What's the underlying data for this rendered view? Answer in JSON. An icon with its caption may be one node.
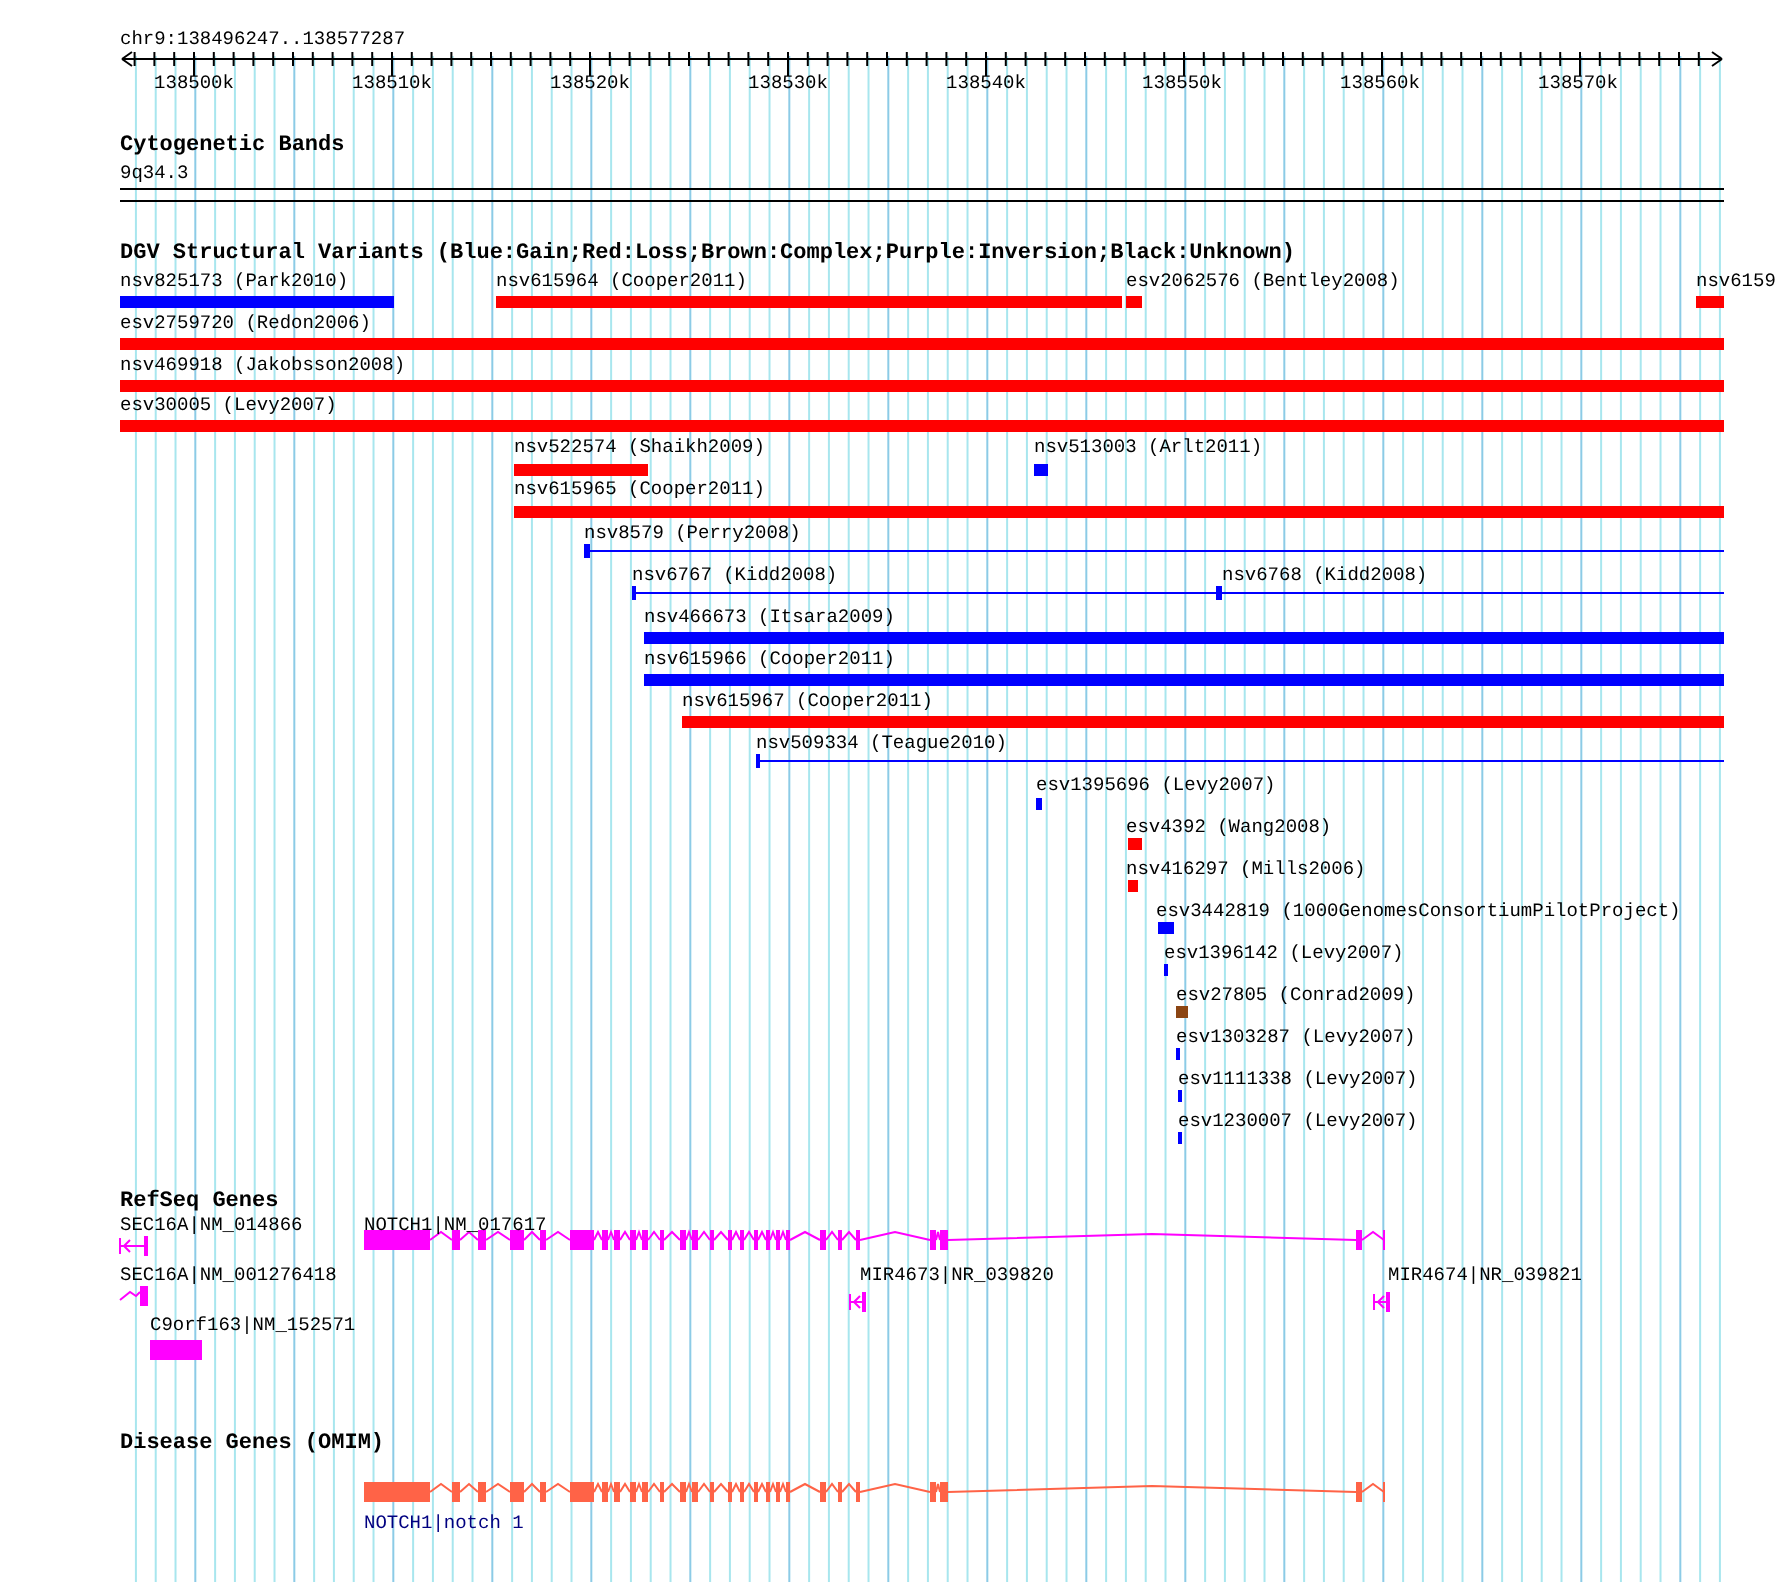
{
  "diagram": {
    "labels": [
      "chr9:138496247..138577287",
      "138500k",
      "138510k",
      "138520k",
      "138530k",
      "138540k",
      "138550k",
      "138560k",
      "138570k",
      "Cytogenetic Bands",
      "9q34.3",
      "DGV Structural Variants (Blue:Gain;Red:Loss;Brown:Complex;Purple:Inversion;Black:Unknown)",
      "nsv825173 (Park2010)",
      "nsv615964 (Cooper2011)",
      "esv2062576 (Bentley2008)",
      "nsv6159",
      "esv2759720 (Redon2006)",
      "nsv469918 (Jakobsson2008)",
      "esv30005 (Levy2007)",
      "nsv522574 (Shaikh2009)",
      "nsv513003 (Arlt2011)",
      "nsv615965 (Cooper2011)",
      "nsv8579 (Perry2008)",
      "nsv6767 (Kidd2008)",
      "nsv6768 (Kidd2008)",
      "nsv466673 (Itsara2009)",
      "nsv615966 (Cooper2011)",
      "nsv615967 (Cooper2011)",
      "nsv509334 (Teague2010)",
      "esv1395696 (Levy2007)",
      "esv4392 (Wang2008)",
      "nsv416297 (Mills2006)",
      "esv3442819 (1000GenomesConsortiumPilotProject)",
      "esv1396142 (Levy2007)",
      "esv27805 (Conrad2009)",
      "esv1303287 (Levy2007)",
      "esv1111338 (Levy2007)",
      "esv1230007 (Levy2007)",
      "RefSeq Genes",
      "SEC16A|NM_014866",
      "NOTCH1|NM_017617",
      "SEC16A|NM_001276418",
      "MIR4673|NR_039820",
      "MIR4674|NR_039821",
      "C9orf163|NM_152571",
      "Disease Genes (OMIM)",
      "NOTCH1|notch 1"
    ]
  }
}
